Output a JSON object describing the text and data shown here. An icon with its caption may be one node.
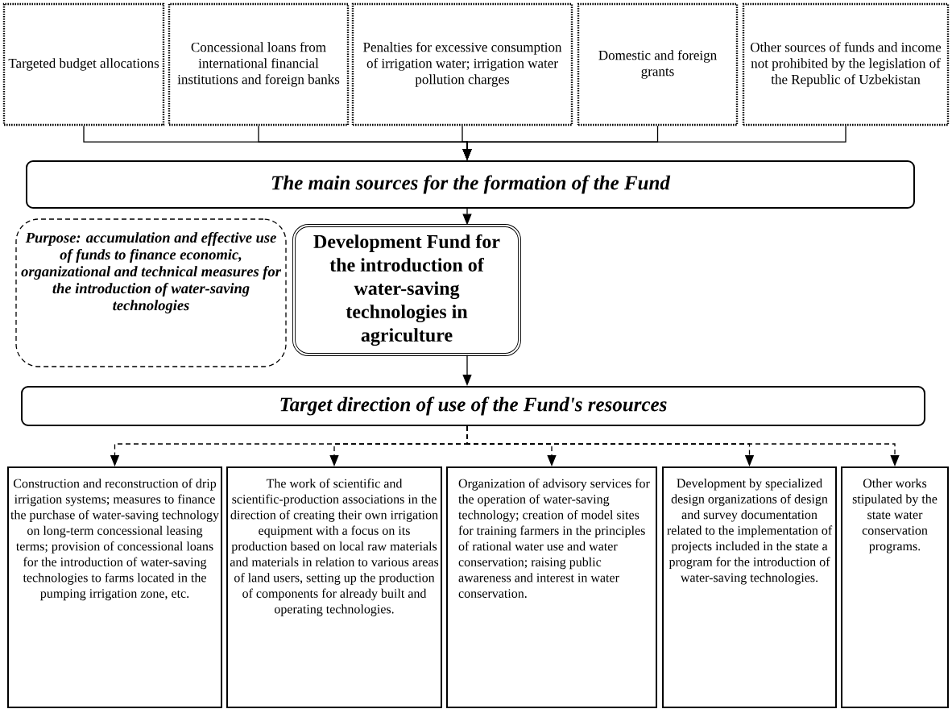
{
  "diagram": {
    "nodes": [
      {
        "text": [
          "Targeted budget allocations"
        ]
      },
      {
        "text": [
          "Concessional loans from international financial institutions and foreign banks"
        ]
      },
      {
        "text": [
          "Penalties for excessive consumption of irrigation water; irrigation water pollution charges"
        ]
      },
      {
        "text": [
          "Domestic and foreign grants"
        ]
      },
      {
        "text": [
          "Other sources of funds and income not prohibited by the legislation of the Republic of Uzbekistan"
        ]
      },
      {
        "text": [
          "The main sources for the formation of the Fund"
        ]
      },
      {
        "text": [
          "Purpose: accumulation and effective use of funds to finance economic, organizational and technical measures for the introduction of water-saving technologies"
        ]
      },
      {
        "text": [
          "Development Fund for the introduction of water-saving technologies in agriculture"
        ]
      },
      {
        "text": [
          "Target direction of use of the Fund's resources"
        ]
      },
      {
        "text": [
          "Construction and reconstruction of drip irrigation systems; measures to finance the purchase of water-saving technology on long-term concessional leasing terms; provision of concessional loans for the introduction of water-saving technologies to farms located in the pumping irrigation zone, etc."
        ]
      },
      {
        "text": [
          "The work of scientific and scientific-production associations in the direction of creating their own irrigation equipment with a focus on its production based on local raw materials and materials in relation to various areas of land users, setting up the production of components for already built and operating technologies."
        ]
      },
      {
        "text": [
          "Organization of advisory services for the operation of water-saving technology; creation of model sites for training farmers in the principles of rational water use and water conservation; raising public awareness and interest in water conservation."
        ]
      },
      {
        "text": [
          "Development by specialized design organizations of design and survey documentation related to the implementation of projects included in the state a program for the introduction of water-saving technologies."
        ]
      },
      {
        "text": [
          "Other works stipulated by the state water conservation programs."
        ]
      }
    ],
    "edges": [
      {
        "from": 0,
        "to": 5,
        "arrow": "to"
      },
      {
        "from": 1,
        "to": 5,
        "arrow": "to"
      },
      {
        "from": 2,
        "to": 5,
        "arrow": "to"
      },
      {
        "from": 3,
        "to": 5,
        "arrow": "to"
      },
      {
        "from": 4,
        "to": 5,
        "arrow": "to"
      },
      {
        "from": 5,
        "to": 7,
        "arrow": "to"
      },
      {
        "from": 7,
        "to": 8,
        "arrow": "to"
      },
      {
        "from": 8,
        "to": 9,
        "arrow": "to",
        "style": "dashed"
      },
      {
        "from": 8,
        "to": 10,
        "arrow": "to",
        "style": "dashed"
      },
      {
        "from": 8,
        "to": 11,
        "arrow": "to",
        "style": "dashed"
      },
      {
        "from": 8,
        "to": 12,
        "arrow": "to",
        "style": "dashed"
      },
      {
        "from": 8,
        "to": 13,
        "arrow": "to",
        "style": "dashed"
      }
    ]
  }
}
